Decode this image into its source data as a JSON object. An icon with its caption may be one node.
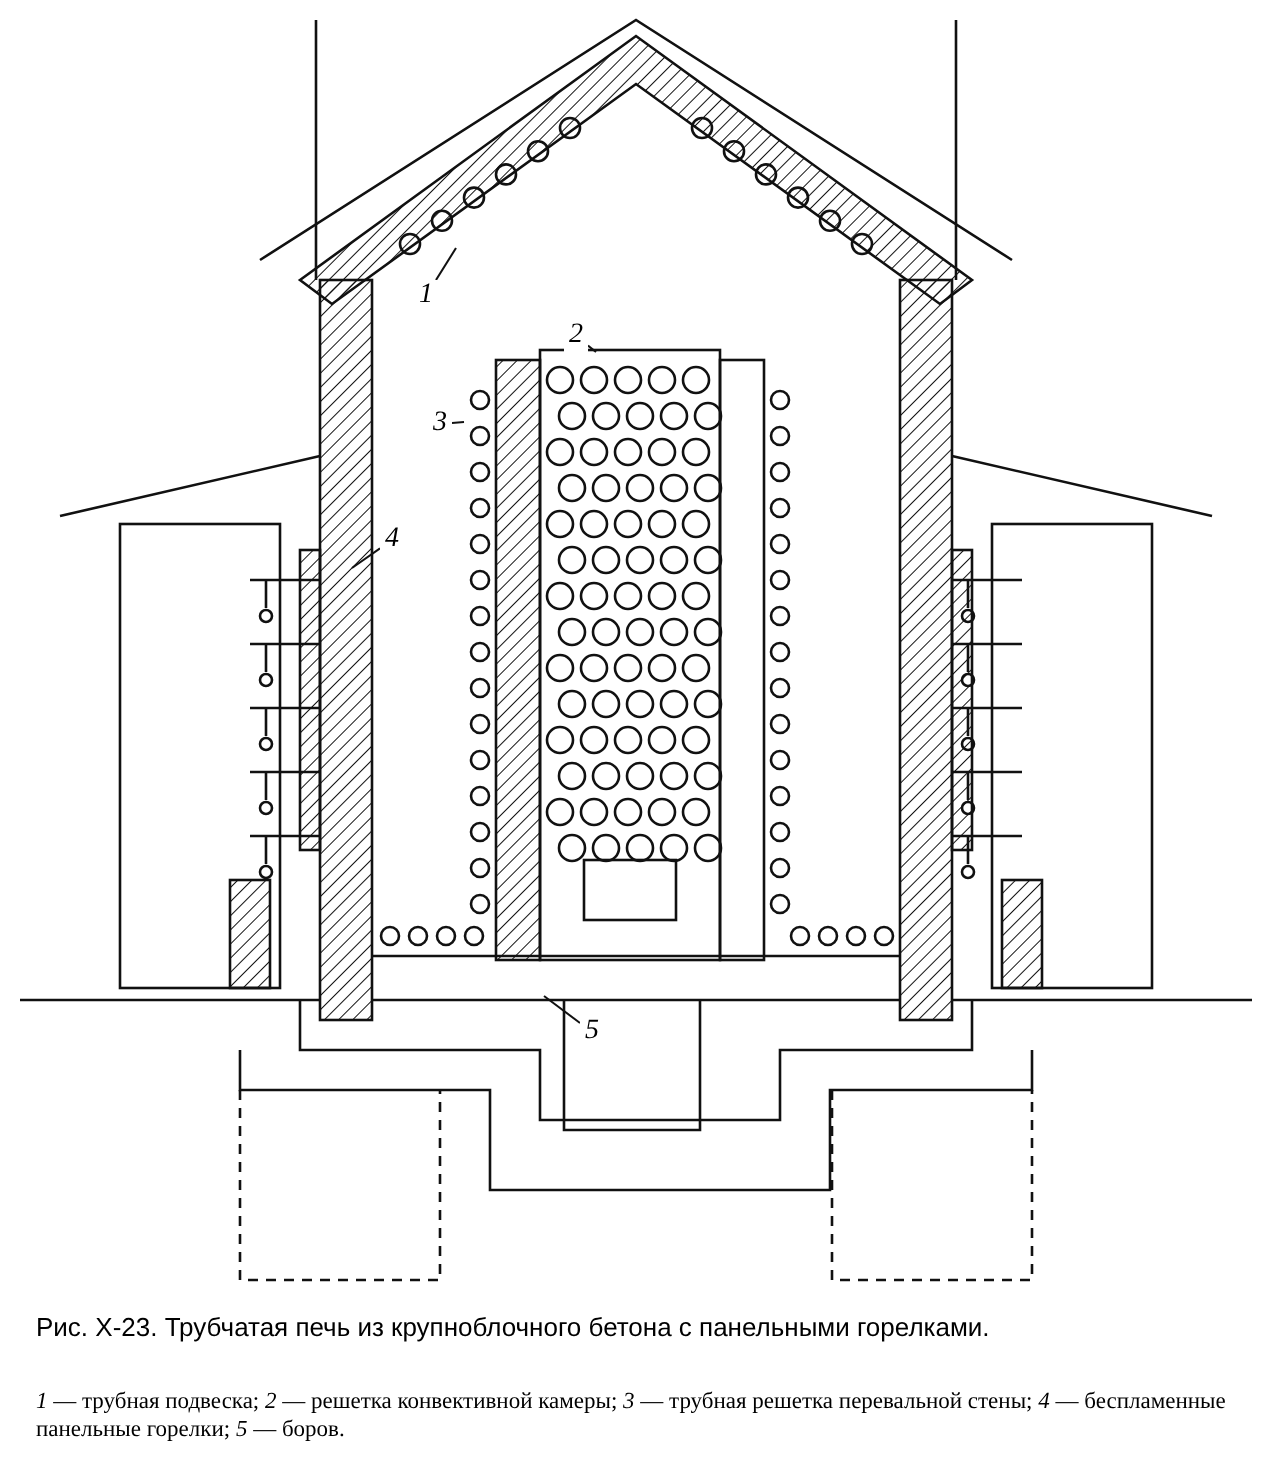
{
  "diagram": {
    "title": "Рис. X-23. Трубчатая печь из крупноблочного бетона с панельными горелками.",
    "caption": "*1* — трубная подвеска; *2* — решетка конвективной камеры; *3* — трубная решетка перевальной стены; *4* — беспламенные панельные горелки; *5* — боров.",
    "nodes": [
      {
        "text": [
          "1"
        ]
      },
      {
        "text": [
          "2"
        ]
      },
      {
        "text": [
          "3"
        ]
      },
      {
        "text": [
          "4"
        ]
      },
      {
        "text": [
          "5"
        ]
      }
    ],
    "edges": [
      {
        "from": 0,
        "to": null,
        "arrow": "none"
      },
      {
        "from": 1,
        "to": null,
        "arrow": "none"
      },
      {
        "from": 2,
        "to": null,
        "arrow": "none"
      },
      {
        "from": 3,
        "to": null,
        "arrow": "none"
      },
      {
        "from": 4,
        "to": null,
        "arrow": "none"
      }
    ]
  }
}
